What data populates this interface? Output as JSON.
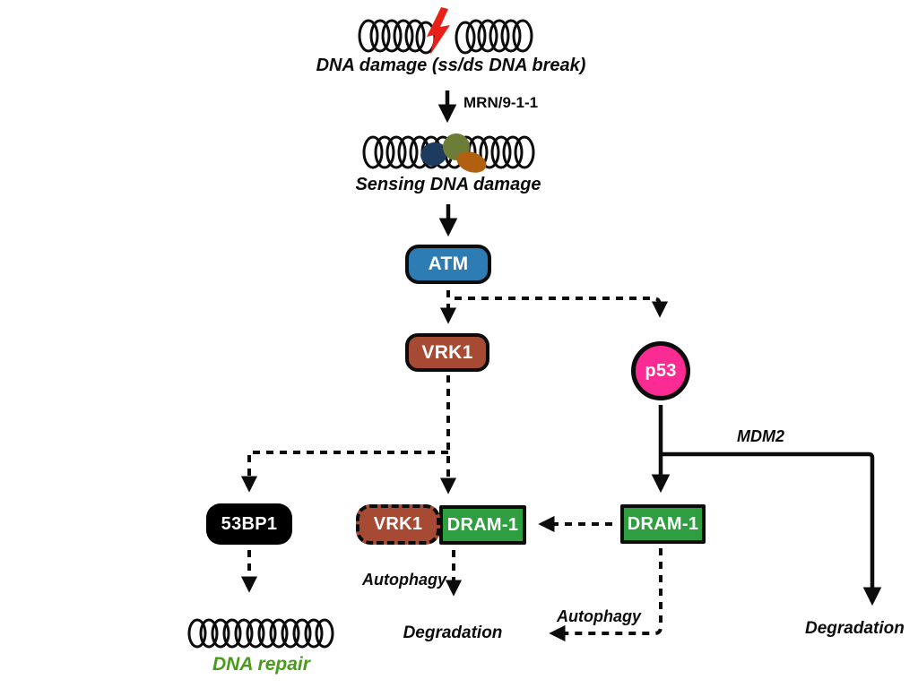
{
  "colors": {
    "atm": "#2d7cb4",
    "vrk1": "#a64a33",
    "p53": "#fb2b93",
    "dram1": "#2e9e41",
    "bp53_1": "#000000",
    "dna_repair_text": "#4a9b1c",
    "lightning": "#e82017",
    "sensor_navy": "#1c3b5e",
    "sensor_olive": "#6b7d36",
    "sensor_orange": "#b15f11",
    "wires": "#0c0c0c"
  },
  "nodes": {
    "atm": {
      "label": "ATM"
    },
    "vrk1": {
      "label": "VRK1"
    },
    "p53": {
      "label": "p53"
    },
    "bp53_1": {
      "label": "53BP1"
    },
    "complex_vrk1": {
      "label": "VRK1"
    },
    "complex_dram1": {
      "label": "DRAM-1"
    },
    "dram1": {
      "label": "DRAM-1"
    }
  },
  "labels": {
    "dna_damage": "DNA damage (ss/ds DNA break)",
    "mrn": "MRN/9-1-1",
    "sensing": "Sensing DNA damage",
    "mdm2": "MDM2",
    "autophagy_center": "Autophagy",
    "degradation_center": "Degradation",
    "autophagy_right": "Autophagy",
    "degradation_right": "Degradation",
    "dna_repair": "DNA repair"
  }
}
